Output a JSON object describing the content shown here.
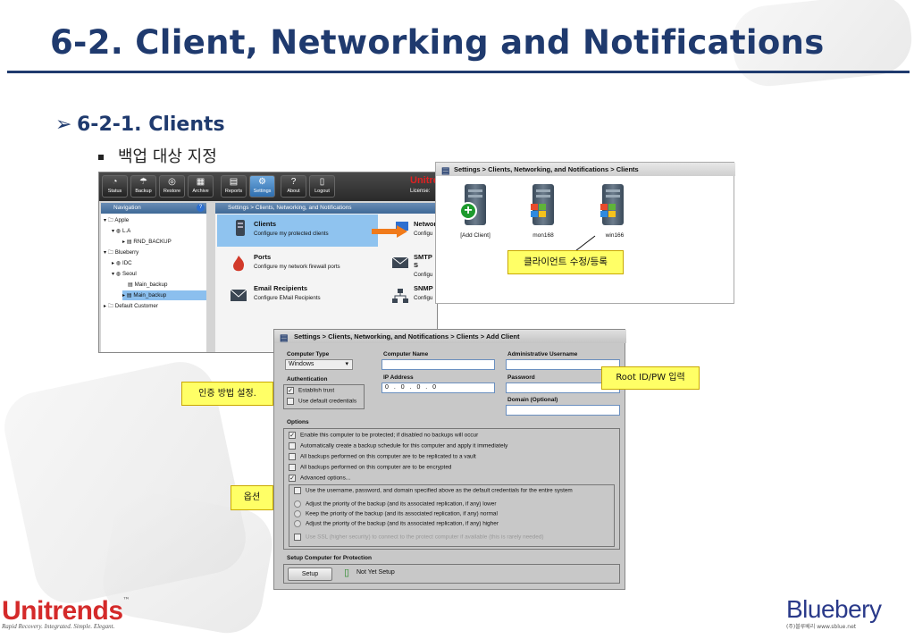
{
  "slide": {
    "title": "6-2. Client, Networking and Notifications",
    "bullet1": "6-2-1. Clients",
    "bullet2": "백업 대상 지정"
  },
  "app": {
    "toolbar": [
      "Status",
      "Backup",
      "Restore",
      "Archive",
      "Reports",
      "Settings",
      "About",
      "Logout"
    ],
    "active_tab": "Settings",
    "logo_text": "Unitre",
    "license_label": "License:",
    "navigation_title": "Navigation",
    "tree": [
      "Apple",
      "L.A",
      "RND_BACKUP",
      "Blueberry",
      "IDC",
      "Seoul",
      "Main_backup",
      "Main_backup",
      "Default Customer"
    ],
    "settings_breadcrumb": "Settings > Clients, Networking, and Notifications",
    "items": [
      {
        "title": "Clients",
        "desc": "Configure my protected clients"
      },
      {
        "title": "Ports",
        "desc": "Configure my network firewall ports"
      },
      {
        "title": "Email Recipients",
        "desc": "Configure EMail Recipients"
      },
      {
        "title": "Networ",
        "desc": "Configu"
      },
      {
        "title": "SMTP S",
        "desc": "Configu"
      },
      {
        "title": "SNMP",
        "desc": "Configu"
      }
    ]
  },
  "clients_window": {
    "breadcrumb": "Settings > Clients, Networking, and Notifications > Clients",
    "clients": [
      "[Add Client]",
      "mon168",
      "win166"
    ],
    "callout": "클라이언트 수정/등록"
  },
  "add_client": {
    "breadcrumb": "Settings > Clients, Networking, and Notifications > Clients > Add Client",
    "computer_type_label": "Computer Type",
    "computer_type_value": "Windows",
    "computer_name_label": "Computer Name",
    "admin_user_label": "Administrative Username",
    "authentication_label": "Authentication",
    "ip_label": "IP Address",
    "ip_value": "0 . 0 . 0 . 0",
    "password_label": "Password",
    "domain_label": "Domain (Optional)",
    "auth_options": [
      {
        "label": "Establish trust",
        "checked": true
      },
      {
        "label": "Use default credentials",
        "checked": false
      }
    ],
    "options_label": "Options",
    "options": [
      {
        "label": "Enable this computer to be protected; if disabled no backups will occur",
        "checked": true
      },
      {
        "label": "Automatically create a backup schedule for this computer and apply it immediately",
        "checked": false
      },
      {
        "label": "All backups performed on this computer are to be replicated to a vault",
        "checked": false
      },
      {
        "label": "All backups performed on this computer are to be encrypted",
        "checked": false
      },
      {
        "label": "Advanced options...",
        "checked": true
      }
    ],
    "advanced": {
      "use_credentials": "Use the username, password, and domain specified above as the default credentials for the entire system",
      "radios": [
        "Adjust the priority of the backup (and its associated replication, if any) lower",
        "Keep the priority of the backup (and its associated replication, if any) normal",
        "Adjust the priority of the backup (and its associated replication, if any) higher"
      ],
      "ssl": "Use SSL (higher security) to connect to the protect computer if available (this is rarely needed)"
    },
    "setup_label": "Setup Computer for Protection",
    "setup_button": "Setup",
    "setup_status": "Not Yet Setup"
  },
  "callouts": {
    "auth": "인증 방법 설정.",
    "root": "Root ID/PW 입력",
    "options": "옵션"
  },
  "footer": {
    "left_logo": "Unitrends",
    "left_tm": "™",
    "left_tagline": "Rapid Recovery. Integrated. Simple. Elegant.",
    "right_logo": "Bluebery",
    "right_tagline": "(주)블루베리 www.sblue.net"
  },
  "colors": {
    "title": "#1f3a6e",
    "callout": "#ffff66",
    "selection": "#8bbfee",
    "unitrends_red": "#d42a2a",
    "bluebery_blue": "#2a3a8a"
  }
}
